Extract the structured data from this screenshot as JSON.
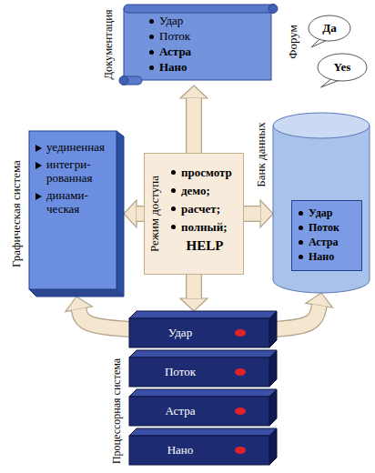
{
  "diagram": {
    "nodes": [
      {
        "text": [
          "Документация",
          "Удар",
          "Поток",
          "Астра",
          "Нано"
        ]
      },
      {
        "text": [
          "Да"
        ]
      },
      {
        "text": [
          "Yes"
        ]
      },
      {
        "text": [
          "Графическая система",
          "уединенная",
          "интегри- рованная",
          "динами- ческая"
        ]
      },
      {
        "text": [
          "Режим доступа",
          "просмотр",
          "демо;",
          "расчет;",
          "полный;",
          "HELP"
        ]
      },
      {
        "text": [
          "Банк данных"
        ]
      },
      {
        "text": [
          "Удар",
          "Поток",
          "Астра",
          "Нано"
        ],
        "in": 5
      },
      {
        "text": [
          "Процессорная система"
        ]
      },
      {
        "text": [
          "Удар"
        ],
        "in": 7
      },
      {
        "text": [
          "Поток"
        ],
        "in": 7
      },
      {
        "text": [
          "Астра"
        ],
        "in": 7
      },
      {
        "text": [
          "Нано"
        ],
        "in": 7
      }
    ],
    "edges": [
      {
        "from": 4,
        "to": 0,
        "arrow": "to"
      },
      {
        "from": 4,
        "to": 3,
        "arrow": "to"
      },
      {
        "from": 4,
        "to": 5,
        "arrow": "to"
      },
      {
        "from": 4,
        "to": 7,
        "arrow": "to"
      },
      {
        "from": 7,
        "to": 3,
        "arrow": "to"
      },
      {
        "from": 7,
        "to": 5,
        "arrow": "to"
      }
    ],
    "labels": [
      "Форум"
    ]
  }
}
